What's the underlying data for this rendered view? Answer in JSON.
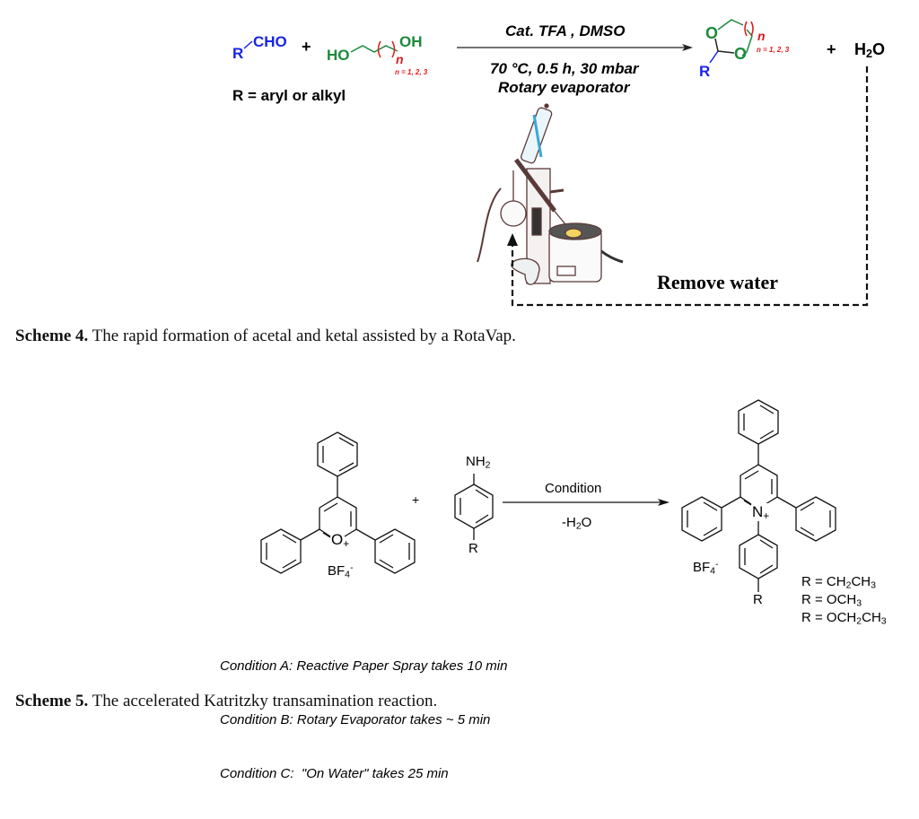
{
  "scheme4": {
    "reactant1": {
      "r": "R",
      "group": "CHO",
      "color": "#1a24e6"
    },
    "plus1": "+",
    "reactant2": {
      "ho": "HO",
      "oh": "OH",
      "n": "n",
      "n_values": "n = 1, 2, 3",
      "color": "#1b8a3a",
      "n_color": "#e0191b"
    },
    "r_definition": "R = aryl or alkyl",
    "arrow_above": "Cat. TFA , DMSO",
    "arrow_below_line1": "70 °C, 0.5 h, 30 mbar",
    "arrow_below_line2": "Rotary evaporator",
    "product": {
      "o1": "O",
      "o2": "O",
      "r": "R",
      "n": "n",
      "n_values": "n = 1, 2, 3"
    },
    "plus2": "+",
    "water": {
      "h": "H",
      "sub": "2",
      "o": "O"
    },
    "remove_water": "Remove water",
    "image_label": "rotary-evaporator-illustration",
    "caption_bold": "Scheme 4.",
    "caption_text": " The rapid formation of acetal and ketal assisted by a RotaVap."
  },
  "scheme5": {
    "reactant1": {
      "o": "O",
      "charge": "+",
      "counterion": "BF",
      "counterion_sub": "4",
      "counterion_charge": "-"
    },
    "plus": "+",
    "reactant2": {
      "nh": "NH",
      "nh_sub": "2",
      "r": "R"
    },
    "arrow_above": "Condition",
    "arrow_below": {
      "pre": "-H",
      "sub": "2",
      "post": "O"
    },
    "product": {
      "n": "N",
      "charge": "+",
      "counterion": "BF",
      "counterion_sub": "4",
      "counterion_charge": "-",
      "r": "R"
    },
    "r_options": [
      {
        "pre": "R = CH",
        "s1": "2",
        "mid": "CH",
        "s2": "3",
        "post": ""
      },
      {
        "pre": "R = OCH",
        "s1": "3",
        "mid": "",
        "s2": "",
        "post": ""
      },
      {
        "pre": "R = OCH",
        "s1": "2",
        "mid": "CH",
        "s2": "3",
        "post": ""
      }
    ],
    "conditions": [
      "Condition A: Reactive Paper Spray takes 10 min",
      "Condition B: Rotary Evaporator takes ~ 5 min",
      "Condition C:  \"On Water\" takes 25 min"
    ],
    "caption_bold": "Scheme 5.",
    "caption_text": " The accelerated Katritzky transamination reaction."
  }
}
